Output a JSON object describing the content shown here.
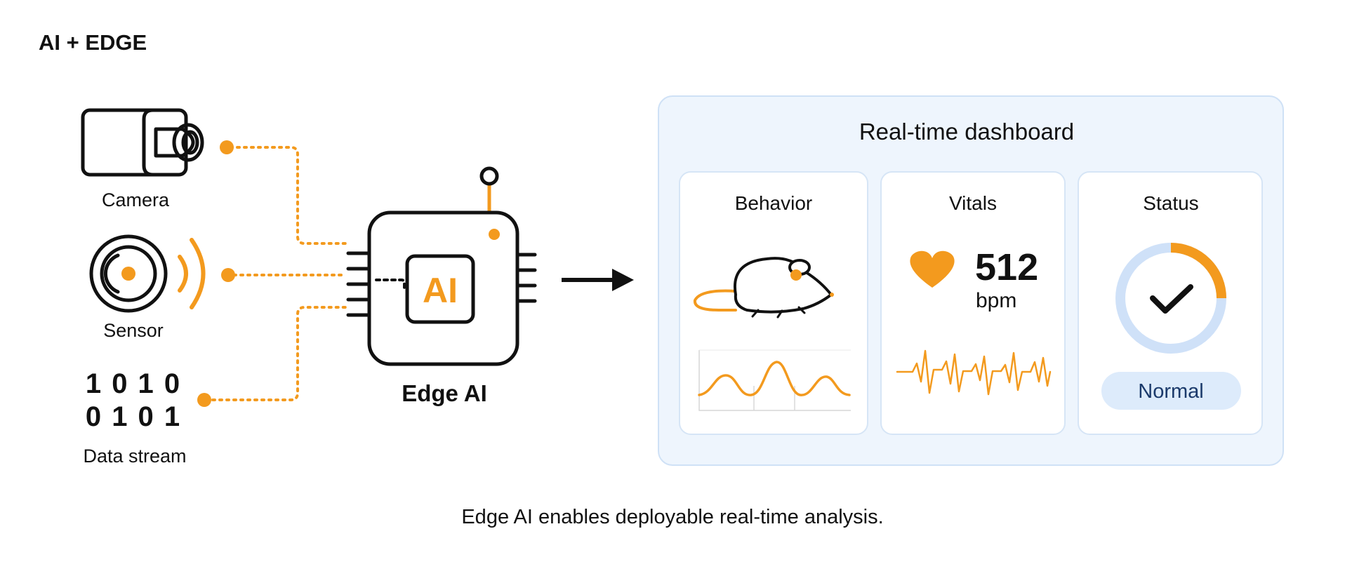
{
  "colors": {
    "accent": "#F39A1E",
    "outline": "#111111",
    "panel_fill": "#EEF5FD",
    "panel_border": "#CFE1F6",
    "ring_track": "#CFE1F8",
    "status_pill": "#DDEBFB",
    "status_text": "#1B3A6B"
  },
  "title": "AI + EDGE",
  "inputs": {
    "camera": {
      "label": "Camera",
      "icon": "camera-icon"
    },
    "sensor": {
      "label": "Sensor",
      "icon": "sensor-icon"
    },
    "data": {
      "line1": "1 0 1 0",
      "line2": "0 1 0 1",
      "label": "Data stream"
    }
  },
  "chip": {
    "ai_text": "AI",
    "label": "Edge AI",
    "icon": "chip-icon"
  },
  "dashboard": {
    "title": "Real-time dashboard",
    "behavior": {
      "title": "Behavior",
      "icon": "mouse-icon"
    },
    "vitals": {
      "title": "Vitals",
      "value": "512",
      "unit": "bpm",
      "icon": "heart-icon"
    },
    "status": {
      "title": "Status",
      "state": "Normal",
      "ring_fill": 0.25,
      "icon": "checkmark-icon"
    }
  },
  "caption": "Edge AI enables deployable real-time analysis."
}
